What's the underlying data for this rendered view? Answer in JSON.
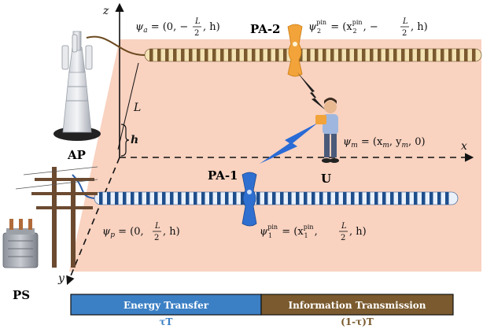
{
  "axes": {
    "z": "z",
    "x": "x",
    "y": "y"
  },
  "nodes": {
    "ap": "AP",
    "ps": "PS",
    "user": "U",
    "pa1": "PA-1",
    "pa2": "PA-2"
  },
  "dims": {
    "L": "L",
    "h": "h"
  },
  "equations": {
    "psi_a": {
      "lhs": "ψ",
      "sub": "a",
      "rest": " = (0, −",
      "fnum": "L",
      "fden": "2",
      "tail": ", h)"
    },
    "psi_2pin": {
      "lhs": "ψ",
      "sub": "2",
      "sup": "pin",
      "rest": " = (x",
      "rsup": "pin",
      "rsub": "2",
      "mid": ", −",
      "fnum": "L",
      "fden": "2",
      "tail": ", h)"
    },
    "psi_m": {
      "lhs": "ψ",
      "sub": "m",
      "rest": " = (x",
      "s1": "m",
      "mid1": ", y",
      "s2": "m",
      "tail": ", 0)"
    },
    "psi_p": {
      "lhs": "ψ",
      "sub": "p",
      "rest": " = (0, ",
      "fnum": "L",
      "fden": "2",
      "tail": ", h)"
    },
    "psi_1pin": {
      "lhs": "ψ",
      "sub": "1",
      "sup": "pin",
      "rest": " = (x",
      "rsup": "pin",
      "rsub": "1",
      "mid": ", ",
      "fnum": "L",
      "fden": "2",
      "tail": ", h)"
    }
  },
  "timeline": {
    "energy_label": "Energy Transfer",
    "info_label": "Information Transmission",
    "energy_time": "τT",
    "info_time": "(1-τ)T"
  },
  "colors": {
    "plane": "#f9d2c0",
    "energy_bar": "#3b7fc4",
    "info_bar": "#7a5a2e",
    "wave1": "#1f4e8c",
    "wave2": "#7a5a2e",
    "clip_blue": "#2f6fd0",
    "clip_orange": "#f2a33a",
    "signal": "#2a6bd6"
  }
}
